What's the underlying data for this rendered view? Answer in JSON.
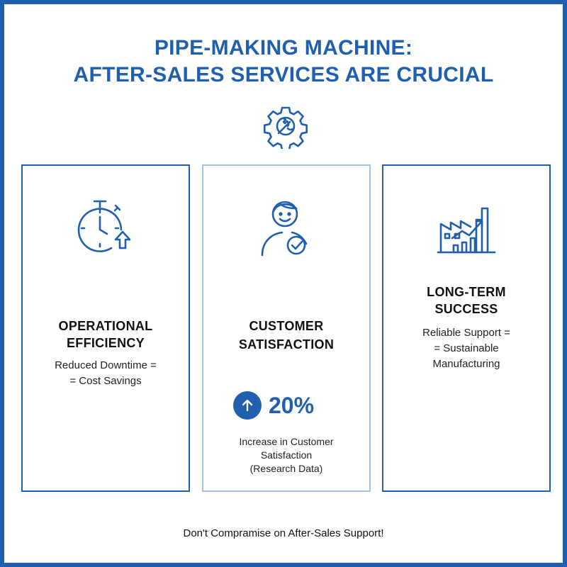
{
  "title": {
    "line1": "PIPE-MAKING MACHINE:",
    "line2": "AFTER-SALES SERVICES ARE CRUCIAL"
  },
  "header_icon": "gear-wrench-icon",
  "cards": [
    {
      "icon": "stopwatch-arrow-up-icon",
      "title_line1": "OPERATIONAL",
      "title_line2": "EFFICIENCY",
      "body_line1": "Reduced Downtime =",
      "body_line2": "= Cost Savings"
    },
    {
      "icon": "satisfied-customer-check-icon",
      "title_line1": "CUSTOMER",
      "title_line2": "SATISFACTION",
      "stat_icon": "arrow-up-icon",
      "stat_value": "20%",
      "stat_note_line1": "Increase in Customer",
      "stat_note_line2": "Satisfaction",
      "stat_note_line3": "(Research Data)"
    },
    {
      "icon": "factory-growth-chart-icon",
      "title_line1": "LONG-TERM",
      "title_line2": "SUCCESS",
      "body_line1": "Reliable Support =",
      "body_line2": "= Sustainable",
      "body_line3": "Manufacturing"
    }
  ],
  "footer": "Don't Compramise on After-Sales Support!",
  "colors": {
    "accent": "#1f5fae",
    "light_border": "#9ec2e6",
    "text": "#111111"
  }
}
